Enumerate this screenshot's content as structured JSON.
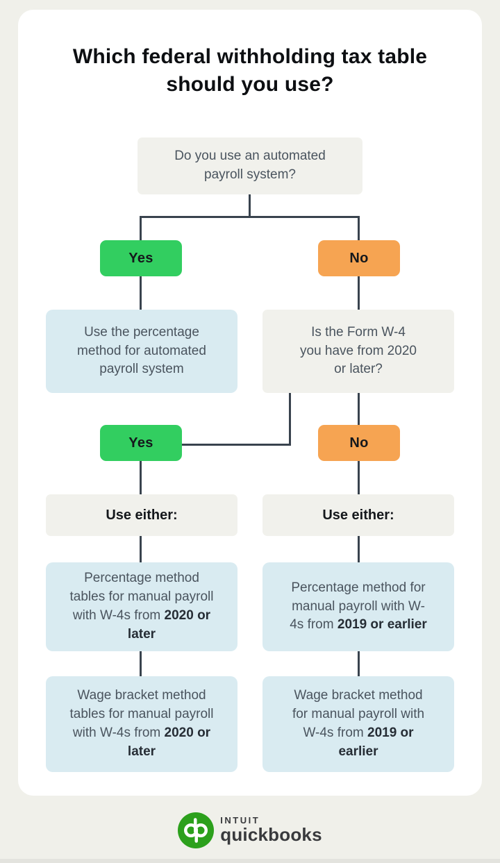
{
  "title": "Which federal withholding tax table should you use?",
  "colors": {
    "page_background": "#f0f0ea",
    "card": "#ffffff",
    "gray_box": "#f1f1ec",
    "blue_box": "#d9ebf1",
    "yes_green": "#32ce60",
    "no_orange": "#f6a452",
    "connector_line": "#39434e",
    "quickbooks_green": "#2ca01c"
  },
  "flowchart": {
    "question1": "Do you use an automated payroll system?",
    "branch1": {
      "yes": "Yes",
      "no": "No"
    },
    "automated_result": "Use the percentage method for automated payroll system",
    "question2": "Is the Form W-4 you have from 2020 or later?",
    "branch2": {
      "yes": "Yes",
      "no": "No"
    },
    "use_either_left": "Use either:",
    "use_either_right": "Use either:",
    "results": {
      "left1": {
        "text": "Percentage method tables for manual payroll with W-4s from",
        "bold": "2020 or later"
      },
      "left2": {
        "text": "Wage bracket method tables for manual payroll with W-4s from",
        "bold": "2020 or later"
      },
      "right1": {
        "text": "Percentage method for manual payroll with W-4s from",
        "bold": "2019 or earlier"
      },
      "right2": {
        "text": "Wage bracket method for manual payroll with W-4s from",
        "bold": "2019 or earlier"
      }
    }
  },
  "footer": {
    "brand_top": "INTUIT",
    "brand_bottom": "quickbooks",
    "logo": "quickbooks-qb-mark"
  }
}
